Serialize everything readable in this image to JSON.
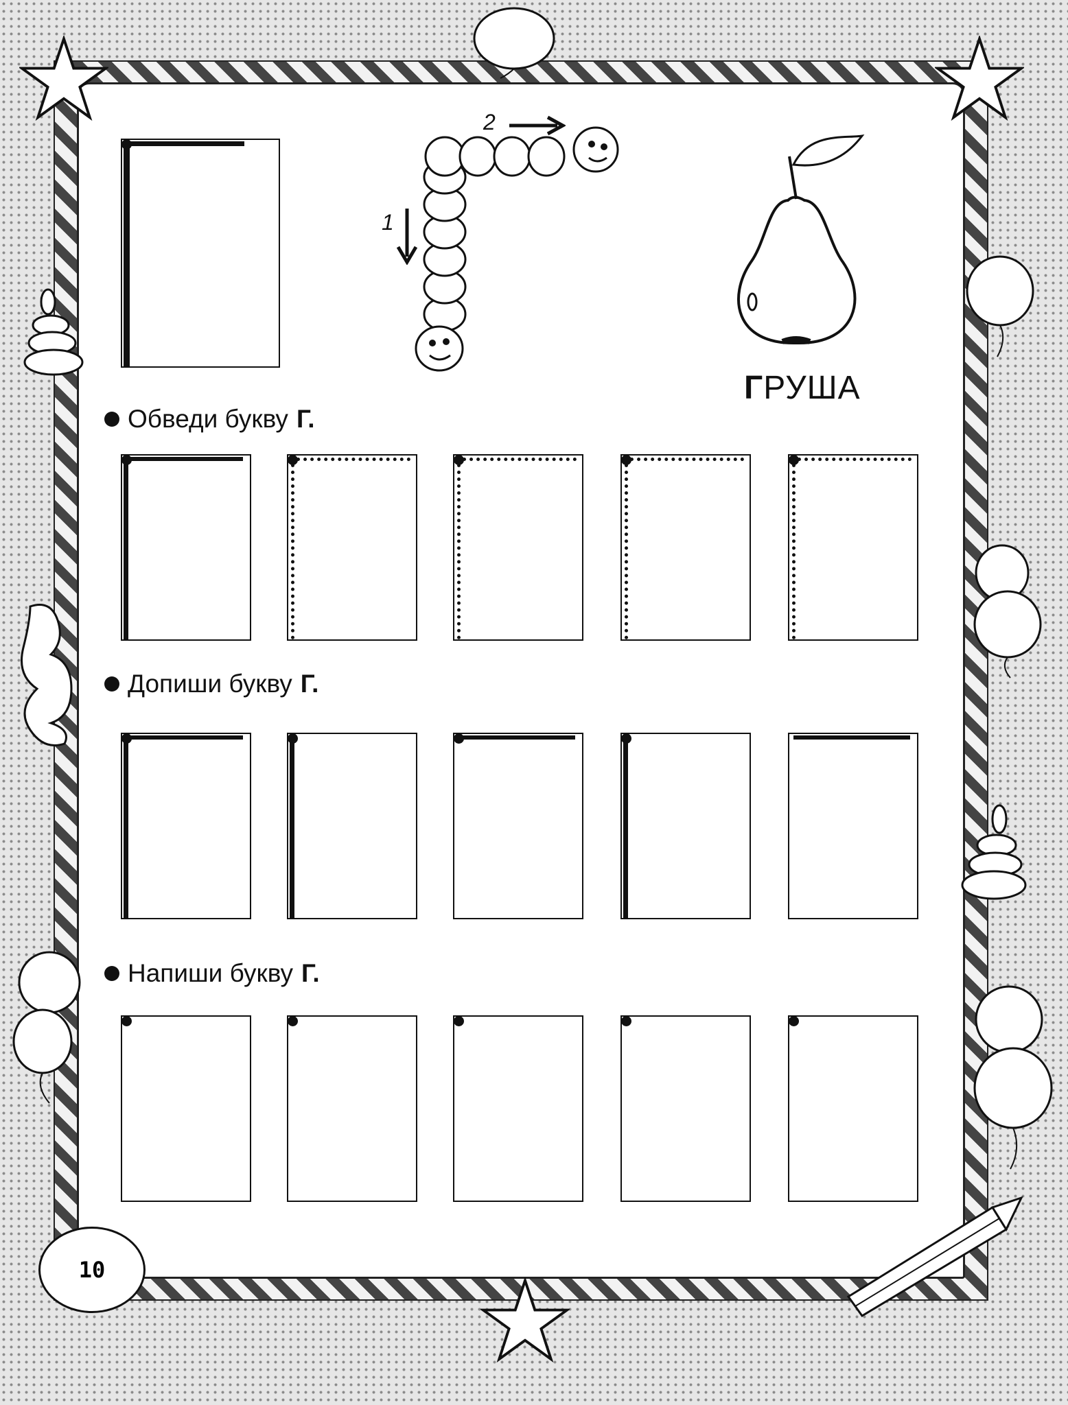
{
  "sections": {
    "trace": {
      "prefix": "Обведи букву",
      "letter": "Г."
    },
    "complete": {
      "prefix": "Допиши букву",
      "letter": "Г."
    },
    "write": {
      "prefix": "Напиши букву",
      "letter": "Г."
    }
  },
  "picture": {
    "first_letter": "Г",
    "rest": "РУША"
  },
  "stroke_order": {
    "first": "1",
    "second": "2"
  },
  "page_number": "10",
  "icons": [
    "balloon-icon",
    "star-icon",
    "pencil-icon",
    "pyramid-toy-icon",
    "caterpillar-icon",
    "pear-icon"
  ]
}
